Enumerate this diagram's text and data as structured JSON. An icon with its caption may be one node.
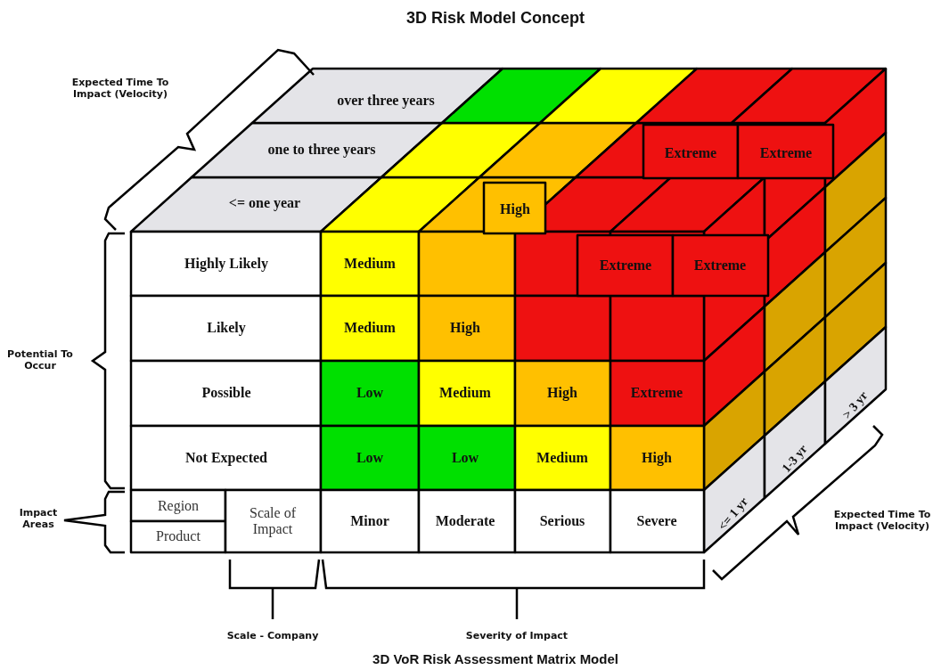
{
  "diagram": {
    "title": "3D Risk Model Concept",
    "caption": "3D VoR Risk Assessment Matrix Model",
    "labels": [
      "Expected Time To Impact (Velocity)",
      "over three years",
      "one to three years",
      "<= one year",
      "High",
      "Extreme",
      "Extreme",
      "Highly Likely",
      "Medium",
      "Extreme",
      "Extreme",
      "Potential To Occur",
      "Likely",
      "Medium",
      "High",
      "Possible",
      "Low",
      "Medium",
      "High",
      "Extreme",
      "Not Expected",
      "Low",
      "Low",
      "Medium",
      "High",
      "> 3 yr",
      "1-3 yr",
      "<= 1 yr",
      "Impact Areas",
      "Region",
      "Product",
      "Scale of Impact",
      "Minor",
      "Moderate",
      "Serious",
      "Severe",
      "Expected Time To Impact (Velocity)",
      "Scale - Company",
      "Severity of Impact"
    ]
  }
}
